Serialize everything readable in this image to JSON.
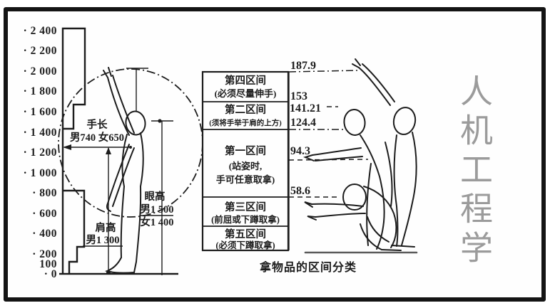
{
  "frame": {
    "border_color": "#141414",
    "bg": "#ffffff"
  },
  "ruler": {
    "labels": [
      "· 2 400",
      "· 2 200",
      "· 2 000",
      "· 1 800",
      "· 1 600",
      "· 1 400",
      "· 1 200",
      "· 1 000",
      "· 800",
      "· 600",
      "· 400",
      "· 200",
      "100",
      "· 0"
    ]
  },
  "left_figure_labels": {
    "hand_title": "手长",
    "hand_value": "男740 女650",
    "shoulder_title": "肩高",
    "shoulder_value": "男1 300",
    "eye_title": "眼高",
    "eye_male": "男1 500",
    "eye_female": "女1 400"
  },
  "zone_table": {
    "rows": [
      {
        "title": "第四区间",
        "lines": [
          "(必须尽量伸手)"
        ]
      },
      {
        "title": "第二区间",
        "lines": [
          "(须将手举于肩的上方)"
        ]
      },
      {
        "title": "第一区间",
        "lines": [
          "(站姿时,",
          "手可任意取拿)"
        ]
      },
      {
        "title": "第三区间",
        "lines": [
          "(前屈或下蹲取拿)"
        ]
      },
      {
        "title": "第五区间",
        "lines": [
          "(必须下蹲取拿)"
        ]
      }
    ],
    "caption": "拿物品的区间分类"
  },
  "measurements": {
    "labels": [
      "187.9",
      "153",
      "141.21",
      "124.4",
      "94.3",
      "58.6"
    ]
  },
  "side_title": {
    "text": "人机工程学",
    "color": "#9b9b9b"
  }
}
